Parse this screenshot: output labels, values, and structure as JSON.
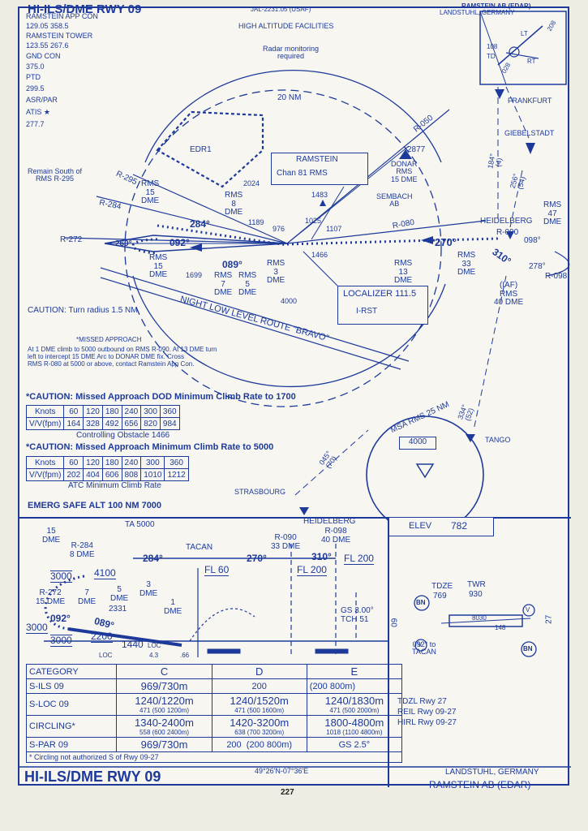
{
  "header": {
    "title": "HI-ILS/DME RWY 09",
    "date_code": "JAL-2231.05 (USAF)",
    "airport_top": "RAMSTEIN AB (EDAR)",
    "location_top": "LANDSTUHL, GERMANY"
  },
  "comms": [
    "RAMSTEIN APP CON",
    "129.05  358.5",
    "RAMSTEIN TOWER",
    "123.55  267.6",
    "GND CON",
    "375.0",
    "PTD",
    "299.5",
    "ASR/PAR",
    "ATIS ★",
    "277.7"
  ],
  "plan": {
    "high_altitude": "HIGH ALTITUDE FACILITIES",
    "radar": "Radar monitoring\nrequired",
    "nm20": "20 NM",
    "edr1": "EDR1",
    "ramstein_nav": "RAMSTEIN",
    "ramstein_chan": "Chan 81 RMS",
    "donar": "DONAR\nRMS\n15 DME",
    "donar_elev": "2877",
    "sembach": "SEMBACH\nAB",
    "r050": "R-050",
    "r295": "R-295",
    "r284": "R-284",
    "r272": "R-272",
    "r080": "R-080",
    "remain_south": "Remain South of\nRMS R-295",
    "rms15_top": "RMS\n15\nDME",
    "rms8": "RMS\n8\nDME",
    "rms15_bot": "RMS\n15\nDME",
    "rms7": "RMS\n7\nDME",
    "rms5": "RMS\n5\nDME",
    "rms3": "RMS\n3\nDME",
    "rms13": "RMS\n13\nDME",
    "rms33": "RMS\n33\nDME",
    "rms47": "RMS\n47\nDME",
    "rms40": "(IAF)\nRMS\n40 DME",
    "crs284": "284°",
    "crs092": "092°",
    "crs269": "269°",
    "crs089": "089°",
    "crs270": "270°",
    "crs310": "310°",
    "crs098": "098°",
    "crs278": "278°",
    "r090": "R-090",
    "r098": "R-098",
    "heidelberg": "HEIDELBERG",
    "frankfurt": "FRANKFURT",
    "giebelstadt": "GIEBELSTADT",
    "r184": "184°\n(4)",
    "r256": "256°\n(54)",
    "elev2024": "2024",
    "elev1483": "1483",
    "elev1189": "1189",
    "elev976": "976",
    "elev1025": "1025",
    "elev1107": "1107",
    "elev1466": "1466",
    "elev1699": "1699",
    "elev4000": "4000",
    "localizer": "LOCALIZER 111.5",
    "irst": "I-RST",
    "caution_turn": "CAUTION: Turn radius 1.5 NM",
    "night_route": "NIGHT LOW LEVEL ROUTE \"BRAVO\"",
    "missed_title": "*MISSED APPROACH",
    "missed_text": "At 1 DME climb to 5000 outbound on RMS R-090. At 13 DME turn\nleft to intercept 15 DME Arc to DONAR DME fix. Cross\nRMS R-080 at 5000 or above, contact Ramstein App Con.",
    "caution_dod": "*CAUTION: Missed Approach DOD Minimum Climb Rate to 1700",
    "controlling_obstacle": "Controlling Obstacle 1466",
    "caution_min": "*CAUTION: Missed Approach Minimum Climb Rate to 5000",
    "atc_min": "ATC Minimum Climb Rate",
    "emerg": "EMERG SAFE ALT 100 NM 7000",
    "msa": "MSA  RMS  25 NM",
    "msa_alt": "4000",
    "r045": "045°\n(70)",
    "r334": "334°\n(52)",
    "tango": "TANGO",
    "strasbourg": "STRASBOURG",
    "lt": "LT",
    "td": "TD",
    "rt": "RT",
    "r208": "208",
    "r108": "108",
    "r028": "028"
  },
  "climb_table_1": {
    "knots": [
      "Knots",
      "60",
      "120",
      "180",
      "240",
      "300",
      "360"
    ],
    "fpm": [
      "V/V(fpm)",
      "164",
      "328",
      "492",
      "656",
      "820",
      "984"
    ]
  },
  "climb_table_2": {
    "knots": [
      "Knots",
      "60",
      "120",
      "180",
      "240",
      "300",
      "360"
    ],
    "fpm": [
      "V/V(fpm)",
      "202",
      "404",
      "606",
      "808",
      "1010",
      "1212"
    ]
  },
  "profile": {
    "ta": "TA 5000",
    "heidelberg": "HEIDELBERG",
    "r090_33": "R-090\n33 DME",
    "r098_40": "R-098\n40 DME",
    "dme15": "15\nDME",
    "r284_8": "R-284\n8 DME",
    "tacan": "TACAN",
    "crs284": "284°",
    "crs270": "270°",
    "crs310": "310°",
    "fl200a": "FL 200",
    "fl200b": "FL 200",
    "fl60": "FL 60",
    "alt3000a": "3000",
    "alt4100": "4100",
    "r272_15": "R-272\n15 DME",
    "dme7": "7\nDME",
    "dme5": "5\nDME",
    "dme3": "3\nDME",
    "alt2331": "2331",
    "dme1": "1\nDME",
    "crs092": "092°",
    "crs089": "089°",
    "alt3000b": "3000",
    "alt3000c": "3000",
    "alt2200": "2200",
    "alt1440": "1440",
    "loc": "LOC",
    "gs": "GS 3.00°\nTCH 51",
    "loc_mark": "LOC",
    "dist43": "4.3",
    "dist66": ".66"
  },
  "airport": {
    "elev_label": "ELEV",
    "elev": "782",
    "tdze_label": "TDZE",
    "tdze": "769",
    "twr_label": "TWR",
    "twr": "930",
    "rwy_len": "8030",
    "rwy_wid": "148",
    "rwy09": "09",
    "rwy27": "27",
    "to_tacan": "092° to\nTACAN",
    "bn": "BN",
    "v": "V",
    "lighting": [
      "TDZL Rwy 27",
      "REIL Rwy 09-27",
      "HIRL Rwy 09-27"
    ]
  },
  "minimums": {
    "category": "CATEGORY",
    "cats": [
      "C",
      "D",
      "E"
    ],
    "sils": "S-ILS 09",
    "sils_val": "969/730m",
    "sils_c": "200",
    "sils_e": "(200 800m)",
    "sloc": "S-LOC 09",
    "sloc_c": "1240/1220m",
    "sloc_c_sub": "471  (500 1200m)",
    "sloc_d": "1240/1520m",
    "sloc_d_sub": "471  (500 1600m)",
    "sloc_e": "1240/1830m",
    "sloc_e_sub": "471  (500 2000m)",
    "circling": "CIRCLING*",
    "circ_c": "1340-2400m",
    "circ_c_sub": "558  (600 2400m)",
    "circ_d": "1420-3200m",
    "circ_d_sub": "638  (700 3200m)",
    "circ_e": "1800-4800m",
    "circ_e_sub": "1018  (1100 4800m)",
    "spar": "S-PAR 09",
    "spar_val": "969/730m",
    "spar_c": "200",
    "spar_d": "(200 800m)",
    "spar_gs": "GS 2.5°",
    "note": "* Circling not authorized S of Rwy 09-27"
  },
  "footer": {
    "title": "HI-ILS/DME  RWY 09",
    "coords": "49°26'N-07°36'E",
    "location": "LANDSTUHL, GERMANY",
    "airport": "RAMSTEIN AB (EDAR)",
    "page": "227"
  }
}
